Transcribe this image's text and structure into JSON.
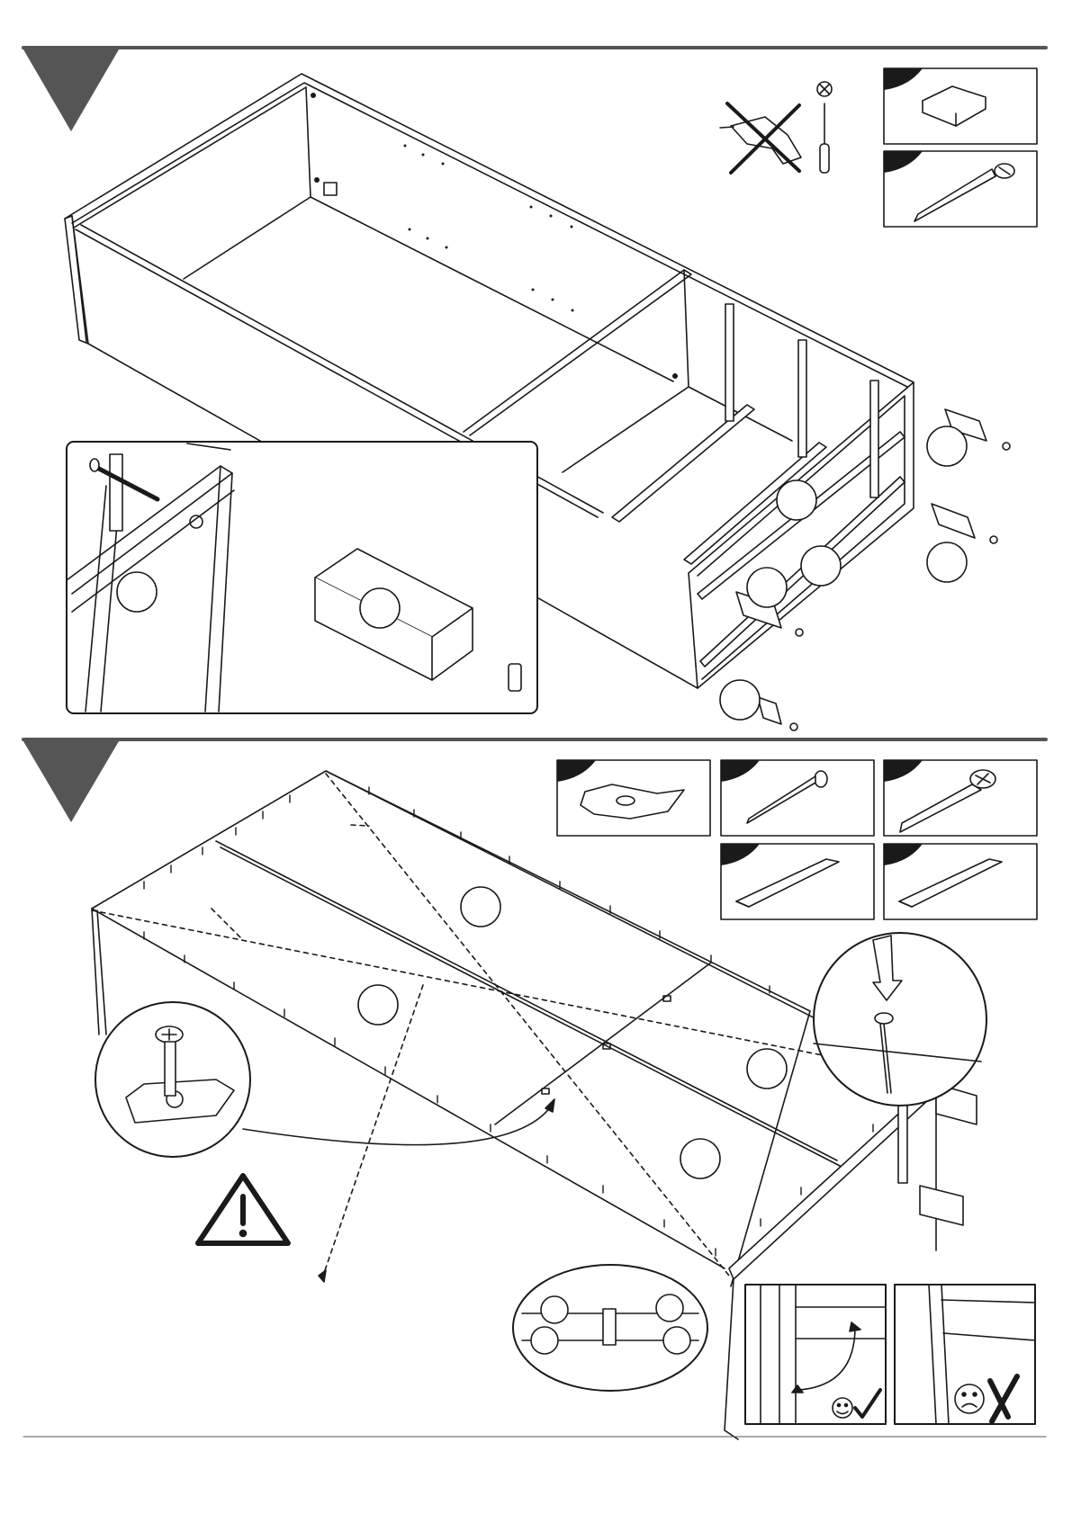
{
  "page": {
    "ink_color": "#1a1a1a",
    "rule_color": "#555555",
    "paper_color": "#ffffff"
  },
  "steps": [
    {
      "marker": "step-1-triangle",
      "parts_panel": [
        {
          "part": "square-cap",
          "icon": "square-cap-icon"
        },
        {
          "part": "wood-screw",
          "icon": "screw-icon"
        }
      ],
      "tool_hints": [
        {
          "tool": "power-drill",
          "allowed": false,
          "icon": "power-drill-crossed-icon"
        },
        {
          "tool": "screwdriver",
          "allowed": true,
          "icon": "phillips-screwdriver-icon"
        }
      ]
    },
    {
      "marker": "step-2-triangle",
      "parts_panel": [
        {
          "part": "panel-connector-plate",
          "icon": "connector-plate-icon"
        },
        {
          "part": "nail",
          "icon": "nail-icon"
        },
        {
          "part": "screw",
          "icon": "screw-icon"
        },
        {
          "part": "joining-strip",
          "icon": "strip-icon"
        },
        {
          "part": "joining-strip",
          "icon": "strip-icon"
        }
      ],
      "checks": [
        {
          "result": "correct",
          "icon": "smiley-check-icon"
        },
        {
          "result": "incorrect",
          "icon": "frown-cross-icon"
        }
      ],
      "warning_icon": "warning-triangle-icon"
    }
  ]
}
